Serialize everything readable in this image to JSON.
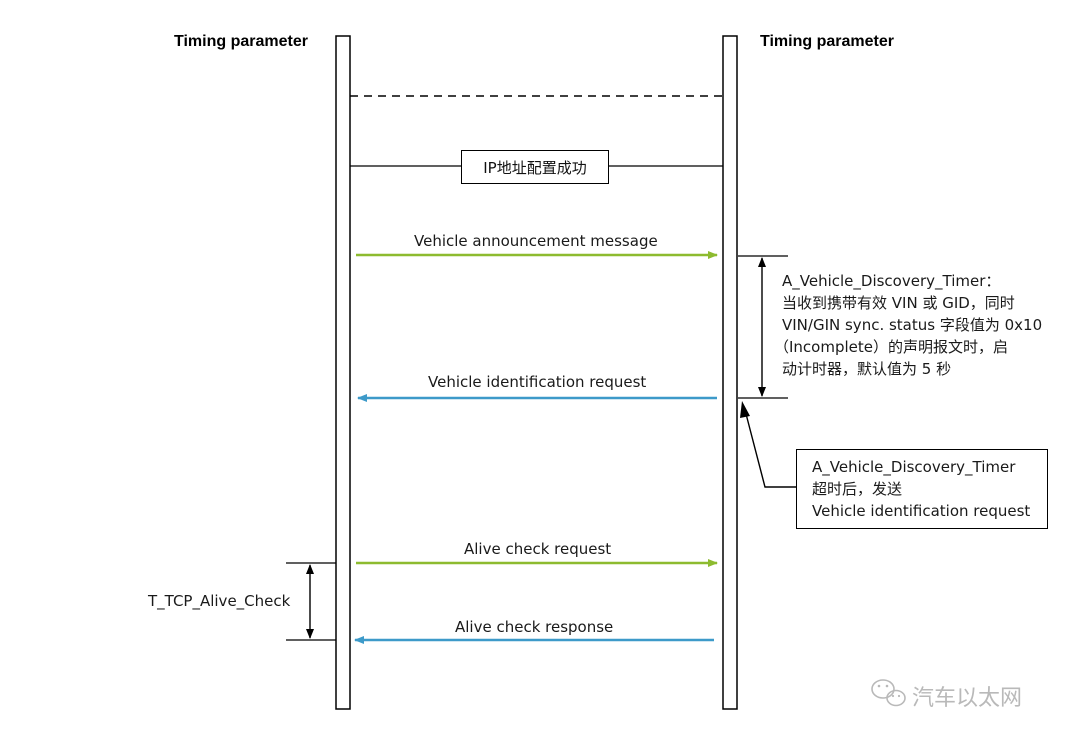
{
  "diagram": {
    "left_lifeline_label": "Timing parameter",
    "right_lifeline_label": "Timing parameter",
    "ip_config_label": "IP地址配置成功",
    "messages": [
      {
        "label": "Vehicle announcement message",
        "direction": "right",
        "color": "#8dbb2f"
      },
      {
        "label": "Vehicle identification request",
        "direction": "left",
        "color": "#3d9ac9"
      },
      {
        "label": "Alive check request",
        "direction": "right",
        "color": "#8dbb2f"
      },
      {
        "label": "Alive check response",
        "direction": "left",
        "color": "#3d9ac9"
      }
    ],
    "discovery_timer_note": {
      "lines": [
        "A_Vehicle_Discovery_Timer：",
        "当收到携带有效 VIN 或 GID，同时",
        "VIN/GIN sync. status 字段值为 0x10",
        "（Incomplete）的声明报文时，启",
        "动计时器，默认值为 5 秒"
      ]
    },
    "timeout_note": {
      "lines": [
        "A_Vehicle_Discovery_Timer",
        "超时后，发送",
        "Vehicle identification request"
      ]
    },
    "alive_check_timer_label": "T_TCP_Alive_Check"
  },
  "watermark": {
    "text": "汽车以太网",
    "icon": "wechat-icon"
  }
}
